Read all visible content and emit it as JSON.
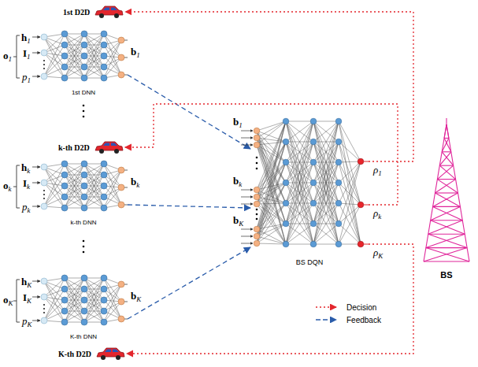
{
  "diagram": {
    "nodes": [
      {
        "text": [
          "1st D2D"
        ]
      },
      {
        "text": [
          "1st DNN"
        ]
      },
      {
        "text": [
          "k-th D2D"
        ]
      },
      {
        "text": [
          "k-th DNN"
        ]
      },
      {
        "text": [
          "K-th DNN"
        ]
      },
      {
        "text": [
          "K-th D2D"
        ]
      },
      {
        "text": [
          "BS DQN"
        ]
      },
      {
        "text": [
          "BS"
        ]
      }
    ],
    "edges": [
      {
        "from": 1,
        "to": 6,
        "arrow": "to"
      },
      {
        "from": 3,
        "to": 6,
        "arrow": "to"
      },
      {
        "from": 4,
        "to": 6,
        "arrow": "to"
      },
      {
        "from": 6,
        "to": 0,
        "arrow": "to"
      },
      {
        "from": 6,
        "to": 2,
        "arrow": "to"
      },
      {
        "from": 6,
        "to": 5,
        "arrow": "to"
      }
    ],
    "labels": [
      "o1",
      "h1",
      "I1",
      "p1",
      "b1",
      "ok",
      "hk",
      "Ik",
      "pk",
      "bk",
      "oK",
      "hK",
      "IK",
      "pK",
      "bK",
      "b1",
      "bk",
      "bK",
      "ρ1",
      "ρk",
      "ρK"
    ],
    "legend": [
      {
        "text": "Decision"
      },
      {
        "text": "Feedback"
      }
    ]
  }
}
